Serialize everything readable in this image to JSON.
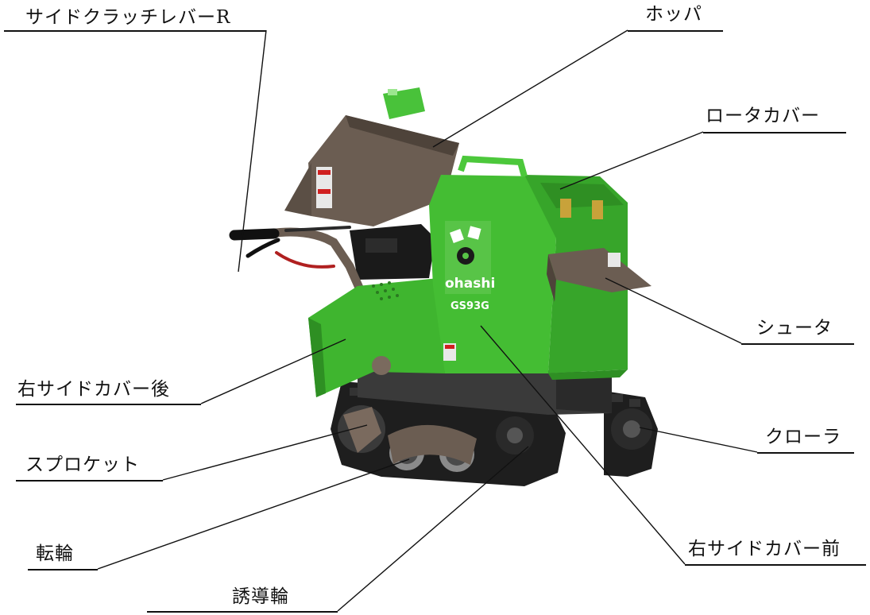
{
  "labels": {
    "side_clutch_lever_r": "サイドクラッチレバーR",
    "hopper": "ホッパ",
    "rotor_cover": "ロータカバー",
    "chute": "シュータ",
    "right_side_cover_rear": "右サイドカバー後",
    "crawler": "クローラ",
    "sprocket": "スプロケット",
    "roller": "転輪",
    "right_side_cover_front": "右サイドカバー前",
    "idler": "誘導輪"
  },
  "machine": {
    "brand": "ohashi",
    "model": "GS93G"
  },
  "colors": {
    "body_green": "#3fb52f",
    "body_green_dark": "#2e8f23",
    "hopper_brown": "#6b5d52",
    "track_black": "#1e1e1e"
  }
}
